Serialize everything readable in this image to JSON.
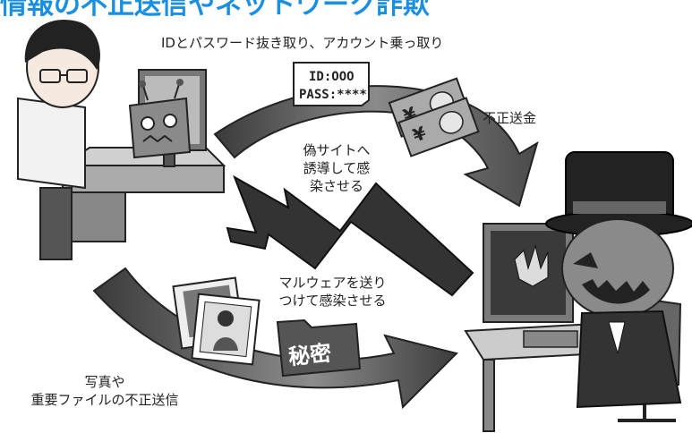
{
  "title": "情報の不正送信やネットワーク詐欺",
  "labels": {
    "top_flow": "IDとパスワード抜き取り、アカウント乗っ取り",
    "unauthorized_remittance": "不正送金",
    "phishing_line1": "偽サイトへ",
    "phishing_line2": "誘導して感",
    "phishing_line3": "染させる",
    "malware_line1": "マルウェアを送り",
    "malware_line2": "つけて感染させる",
    "photo_line1": "写真や",
    "photo_line2": "重要ファイルの不正送信"
  },
  "credential_card": {
    "id_line": "ID:OOO",
    "pass_line": "PASS:****"
  },
  "banknote_symbol": "¥",
  "secret_folder_label": "秘密",
  "colors": {
    "title": "#1a8fe0",
    "arrow": "#555555",
    "bolt": "#2a2a2a"
  }
}
